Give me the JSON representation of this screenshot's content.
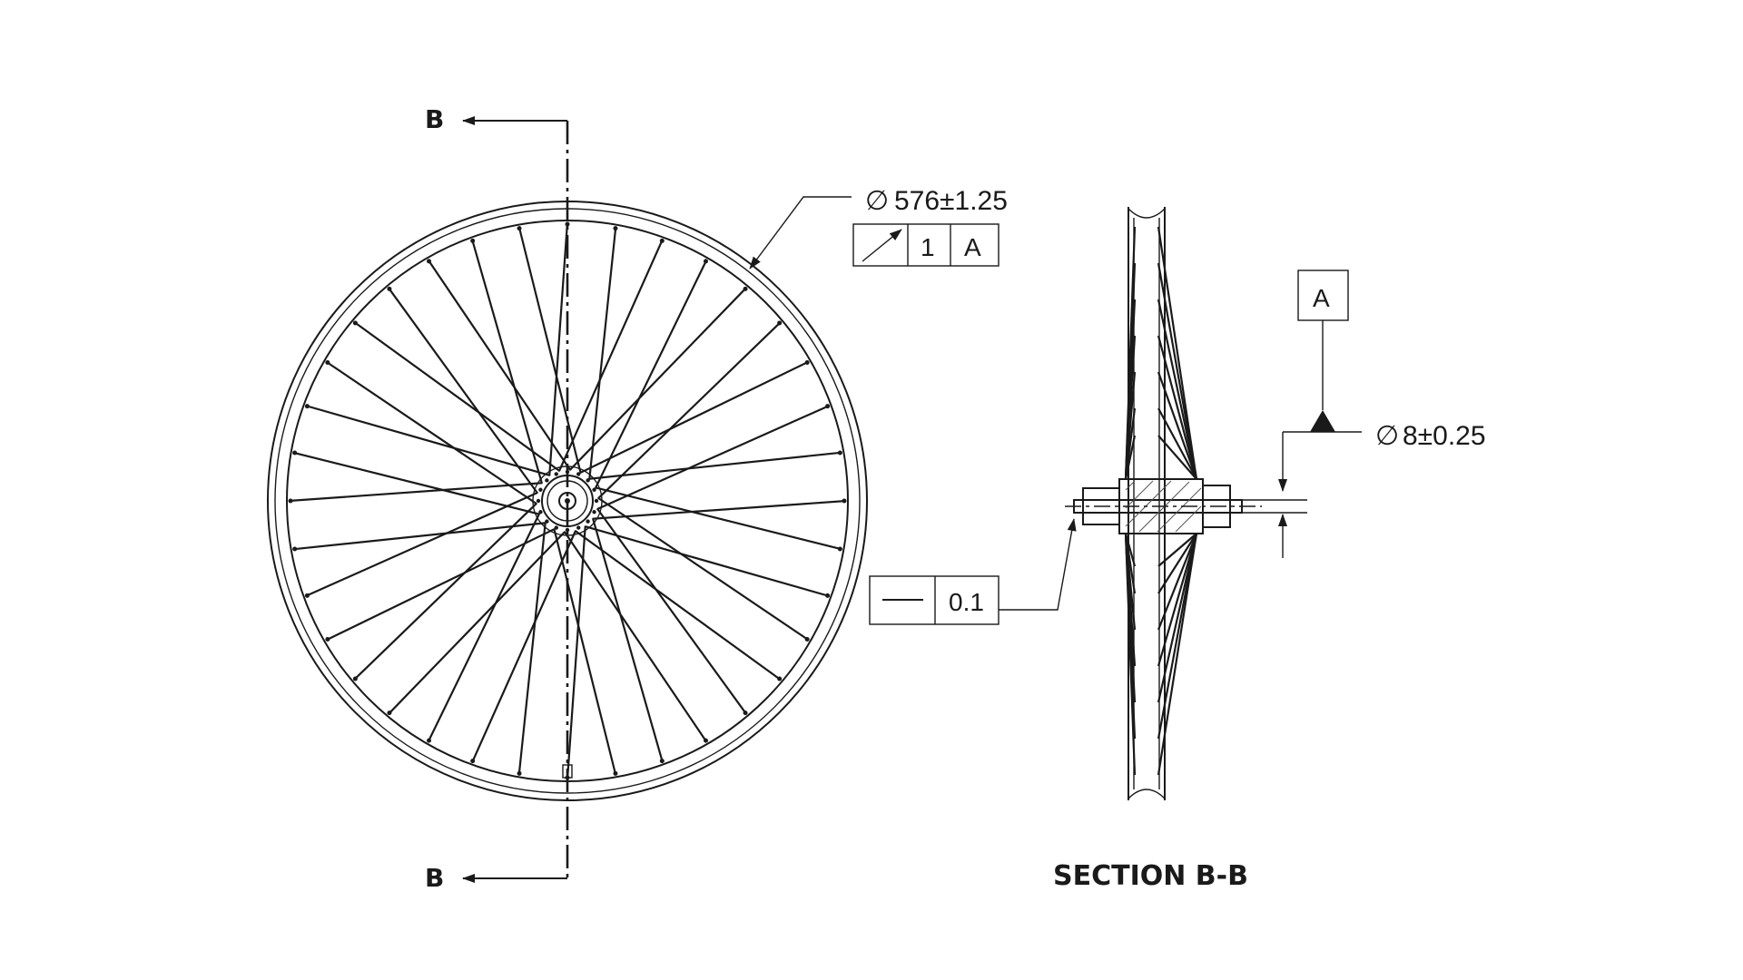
{
  "section_marker": "B",
  "section_title": "SECTION B-B",
  "diameter_dimension": {
    "symbol": "∅",
    "value": "576±1.25"
  },
  "runout_frame": {
    "tolerance": "1",
    "datum": "A"
  },
  "datum_feature": {
    "label": "A"
  },
  "axle_dimension": {
    "symbol": "∅",
    "value": "8±0.25"
  },
  "straightness_frame": {
    "tolerance": "0.1"
  }
}
